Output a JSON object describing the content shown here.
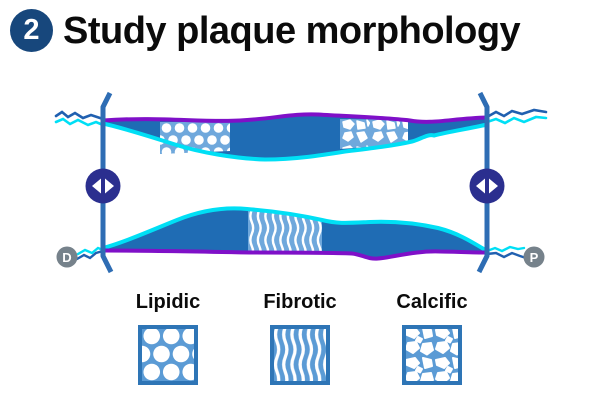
{
  "header": {
    "step_number": "2",
    "title": "Study plaque morphology"
  },
  "vessel_diagram": {
    "distal_marker": "D",
    "proximal_marker": "P",
    "plaque_regions": [
      "lipidic",
      "calcific",
      "fibrotic"
    ],
    "marker_icons": [
      "horizontal-arrows-icon",
      "horizontal-arrows-icon"
    ]
  },
  "legend": {
    "items": [
      {
        "label": "Lipidic",
        "pattern": "circles"
      },
      {
        "label": "Fibrotic",
        "pattern": "wavy-lines"
      },
      {
        "label": "Calcific",
        "pattern": "irregular-blobs"
      }
    ]
  },
  "colors": {
    "badge_navy": "#17477C",
    "title_black": "#0B0B0B",
    "vessel_blue": "#1F6CB4",
    "lumen_cyan": "#00DFF5",
    "media_purple": "#7F10C8",
    "patch_blue": "#6FA8DC",
    "swatch_fill": "#5B9BD5",
    "swatch_border": "#2E75B6",
    "marker_line_blue": "#2E6DB4",
    "arrow_circle_navy": "#2B2F8F",
    "endpoint_gray": "#76828B"
  }
}
